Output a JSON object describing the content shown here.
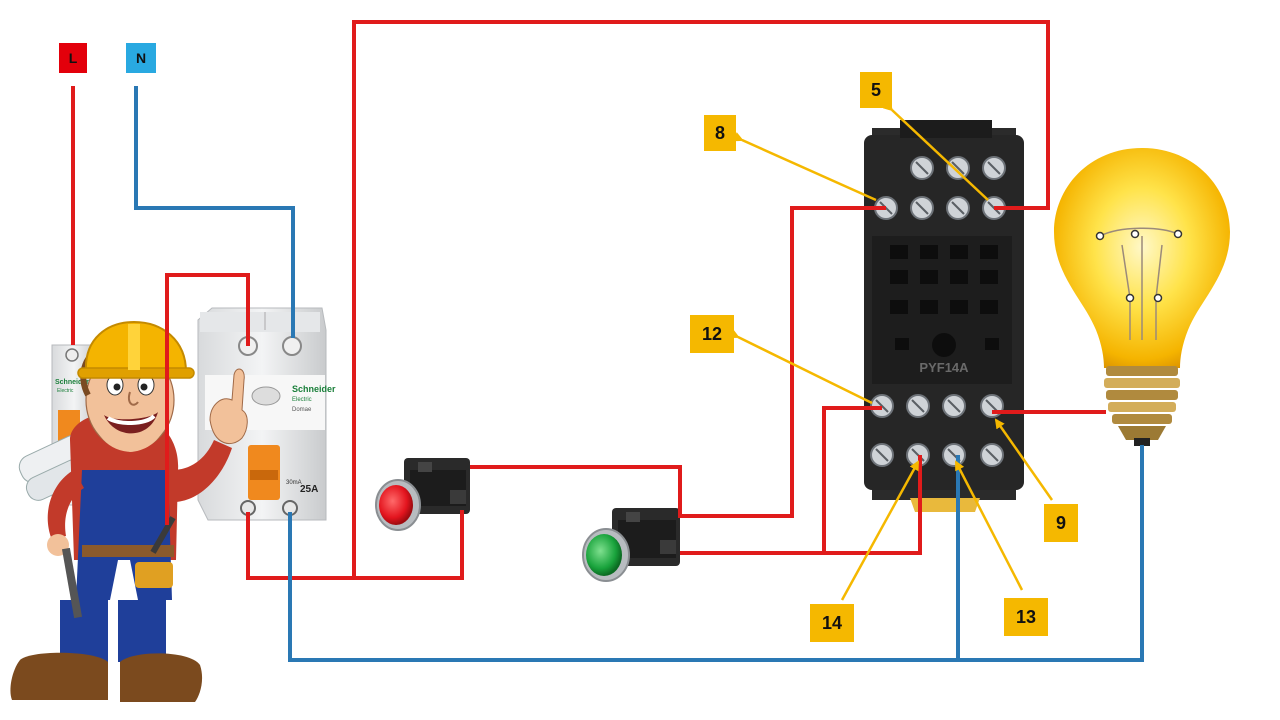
{
  "supply": {
    "line_label": "L",
    "neutral_label": "N",
    "line_color": "#e3000b",
    "neutral_color": "#29a9e1"
  },
  "wire_colors": {
    "line": "#e01b1b",
    "neutral": "#2a78b4",
    "callout_arrow": "#f5b800"
  },
  "rccb": {
    "brand": "Schneider",
    "brand_sub": "Electric",
    "model": "Domae",
    "rating": "25A",
    "sensitivity": "30mA"
  },
  "mcb": {
    "brand": "Schneider",
    "brand_sub": "Electric"
  },
  "relay_base": {
    "model": "PYF14A"
  },
  "terminal_labels": {
    "t5": "5",
    "t8": "8",
    "t12": "12",
    "t9": "9",
    "t14": "14",
    "t13": "13"
  },
  "buttons": [
    {
      "name": "stop-button",
      "color": "#e3141e"
    },
    {
      "name": "start-button",
      "color": "#19a33c"
    }
  ],
  "lamp": {
    "glow_color": "#ffd21f"
  }
}
